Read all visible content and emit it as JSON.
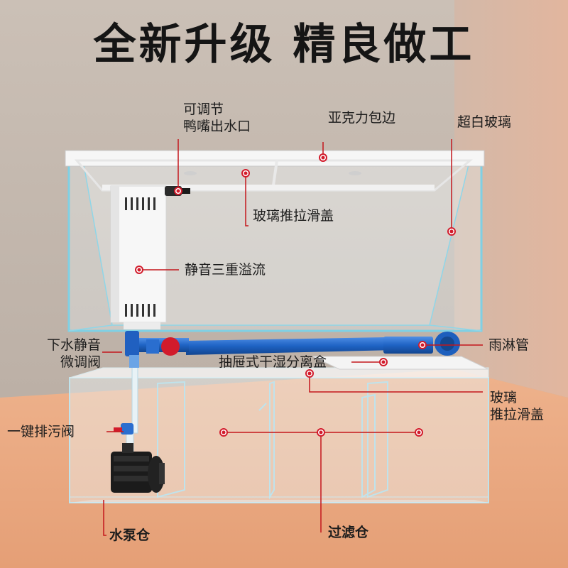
{
  "title": "全新升级 精良做工",
  "labels": {
    "adjustable_outlet_1": "可调节",
    "adjustable_outlet_2": "鸭嘴出水口",
    "acrylic_edge": "亚克力包边",
    "ultra_clear_glass": "超白玻璃",
    "glass_slide_cover_top": "玻璃推拉滑盖",
    "silent_triple_overflow": "静音三重溢流",
    "drain_valve_1": "下水静音",
    "drain_valve_2": "微调阀",
    "rain_pipe": "雨淋管",
    "drawer_box": "抽屉式干湿分离盒",
    "glass_slide_cover_bottom_1": "玻璃",
    "glass_slide_cover_bottom_2": "推拉滑盖",
    "sewage_valve": "一键排污阀",
    "pump_chamber": "水泵仓",
    "filter_chamber": "过滤仓"
  },
  "colors": {
    "wall": "#c9bdb3",
    "wall_right": "#d6b7a6",
    "floor": "#e8ab84",
    "glass_edge": "#7fd0e4",
    "pipe": "#1f63c4",
    "marker": "#d21b2b",
    "leader": "#c4161c"
  }
}
